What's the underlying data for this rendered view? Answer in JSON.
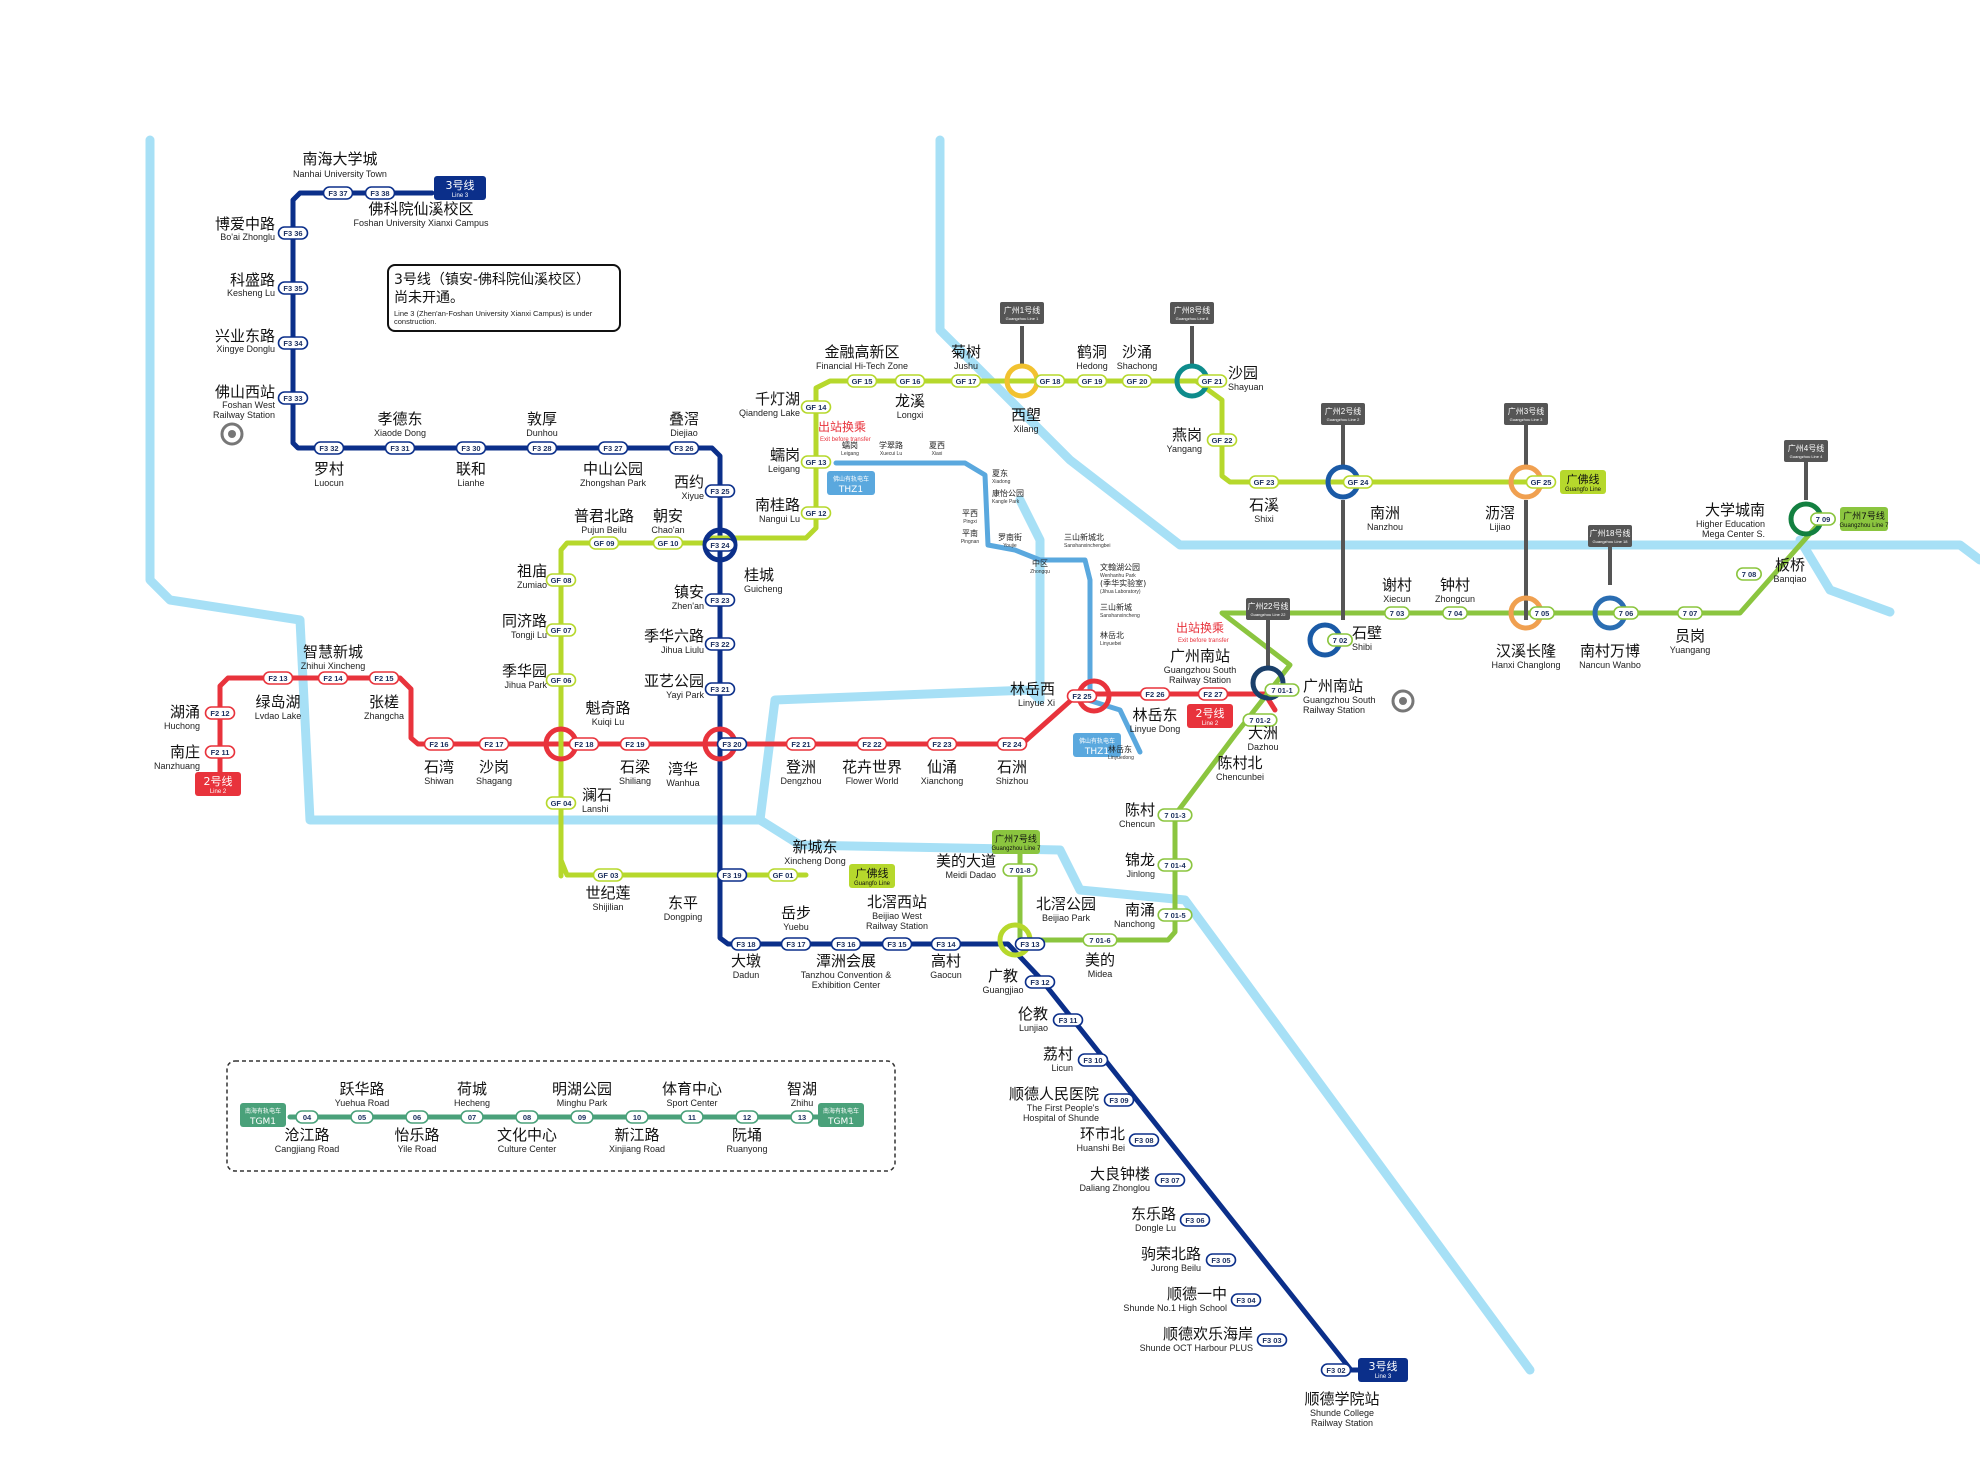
{
  "colors": {
    "line3": "#0b2f8a",
    "line2": "#e8333c",
    "guangfo": "#b6d82c",
    "line7": "#8bc53f",
    "river": "#a7e0f6",
    "tram": "#4aa17a",
    "thz": "#5aa8de",
    "gz_grey": "#555555",
    "gz1": "#f2c230",
    "gz8": "#0e8c8c",
    "gz2": "#1a5aa6",
    "gz3": "#f0a050",
    "gz18": "#2a6db2",
    "gz22": "#1a3f6a",
    "gz4": "#138040"
  },
  "badges": {
    "line3_top": {
      "name": "3号线",
      "sub": "Line 3"
    },
    "line3_bottom": {
      "name": "3号线",
      "sub": "Line 3"
    },
    "line2": {
      "name": "2号线",
      "sub": "Line 2"
    },
    "line2_gz": {
      "name": "2号线",
      "sub": "Line 2"
    },
    "guangfo_a": {
      "name": "广佛线",
      "sub": "Guangfo Line"
    },
    "guangfo_b": {
      "name": "广佛线",
      "sub": "Guangfo Line"
    },
    "gz7_a": {
      "name": "广州7号线",
      "sub": "Guangzhou Line 7"
    },
    "gz7_b": {
      "name": "广州7号线",
      "sub": "Guangzhou Line 7"
    },
    "tgm1_left": {
      "name": "南海有轨电车",
      "sub": "TGM1"
    },
    "tgm1_right": {
      "name": "南海有轨电车",
      "sub": "TGM1"
    },
    "thz1": {
      "name": "佛山有轨电车",
      "sub": "THZ1"
    },
    "thz1b": {
      "name": "佛山有轨电车",
      "sub": "THZ1"
    }
  },
  "gz_connections": [
    {
      "name": "广州1号线",
      "sub": "Guangzhou Line 1"
    },
    {
      "name": "广州8号线",
      "sub": "Guangzhou Line 8"
    },
    {
      "name": "广州2号线",
      "sub": "Guangzhou Line 2"
    },
    {
      "name": "广州3号线",
      "sub": "Guangzhou Line 3"
    },
    {
      "name": "广州4号线",
      "sub": "Guangzhou Line 4"
    },
    {
      "name": "广州18号线",
      "sub": "Guangzhou Line 18"
    },
    {
      "name": "广州22号线",
      "sub": "Guangzhou Line 22"
    }
  ],
  "notes": {
    "construction_zh_1": "3号线（镇安-佛科院仙溪校区）",
    "construction_zh_2": "尚未开通。",
    "construction_en_1": "Line 3 (Zhen'an-Foshan University Xianxi Campus) is under",
    "construction_en_2": "construction.",
    "transfer_1_zh": "出站换乘",
    "transfer_1_en": "Exit before transfer",
    "transfer_2_zh": "出站换乘",
    "transfer_2_en": "Exit before transfer"
  },
  "stations": {
    "nanhai_univ": {
      "zh": "南海大学城",
      "en": "Nanhai University Town",
      "code": "F3 37"
    },
    "fosun_xianxi": {
      "zh": "佛科院仙溪校区",
      "en": "Foshan University Xianxi Campus",
      "code": "F3 38"
    },
    "boai": {
      "zh": "博爱中路",
      "en": "Bo'ai Zhonglu",
      "code": "F3 36"
    },
    "kesheng": {
      "zh": "科盛路",
      "en": "Kesheng Lu",
      "code": "F3 35"
    },
    "xingye": {
      "zh": "兴业东路",
      "en": "Xingye Donglu",
      "code": "F3 34"
    },
    "fs_west": {
      "zh": "佛山西站",
      "en": "Foshan West",
      "en2": "Railway Station",
      "code": "F3 33"
    },
    "luocun": {
      "zh": "罗村",
      "en": "Luocun",
      "code": "F3 32"
    },
    "xiaode": {
      "zh": "孝德东",
      "en": "Xiaode Dong",
      "code": "F3 31"
    },
    "lianhe": {
      "zh": "联和",
      "en": "Lianhe",
      "code": "F3 30"
    },
    "dunhou": {
      "zh": "敦厚",
      "en": "Dunhou",
      "code": "F3 28"
    },
    "zhongshan": {
      "zh": "中山公园",
      "en": "Zhongshan Park",
      "code": "F3 27"
    },
    "diejiao": {
      "zh": "叠滘",
      "en": "Diejiao",
      "code": "F3 26"
    },
    "xiyue": {
      "zh": "西约",
      "en": "Xiyue",
      "code": "F3 25"
    },
    "guicheng": {
      "zh": "桂城",
      "en": "Guicheng",
      "code": "F3 24"
    },
    "zhenan": {
      "zh": "镇安",
      "en": "Zhen'an",
      "code": "F3 23"
    },
    "jihua6": {
      "zh": "季华六路",
      "en": "Jihua Liulu",
      "code": "F3 22"
    },
    "yayi": {
      "zh": "亚艺公园",
      "en": "Yayi Park",
      "code": "F3 21"
    },
    "wanhua": {
      "zh": "湾华",
      "en": "Wanhua",
      "code": "F3 20"
    },
    "dongping": {
      "zh": "东平",
      "en": "Dongping",
      "code": "F3 19"
    },
    "dadun": {
      "zh": "大墩",
      "en": "Dadun",
      "code": "F3 18"
    },
    "yuebu": {
      "zh": "岳步",
      "en": "Yuebu",
      "code": "F3 17"
    },
    "tanzhou": {
      "zh": "潭洲会展",
      "en": "Tanzhou Convention &",
      "en2": "Exhibition Center",
      "code": "F3 16"
    },
    "beijiao_west": {
      "zh": "北滘西站",
      "en": "Beijiao West",
      "en2": "Railway Station",
      "code": "F3 15"
    },
    "gaocun": {
      "zh": "高村",
      "en": "Gaocun",
      "code": "F3 14"
    },
    "beijiao_park": {
      "zh": "北滘公园",
      "en": "Beijiao Park",
      "code": "F3 13"
    },
    "lunjiao": {
      "zh": "伦教",
      "en": "Lunjiao",
      "code": "F3 11"
    },
    "licun": {
      "zh": "荔村",
      "en": "Licun",
      "code": "F3 10"
    },
    "shunde_hosp": {
      "zh": "顺德人民医院",
      "en": "The First People's",
      "en2": "Hospital of Shunde",
      "code": "F3 09"
    },
    "huanshi": {
      "zh": "环市北",
      "en": "Huanshi Bei",
      "code": "F3 08"
    },
    "daliang": {
      "zh": "大良钟楼",
      "en": "Daliang Zhonglou",
      "code": "F3 07"
    },
    "dongle": {
      "zh": "东乐路",
      "en": "Dongle Lu",
      "code": "F3 06"
    },
    "jurong": {
      "zh": "驹荣北路",
      "en": "Jurong Beilu",
      "code": "F3 05"
    },
    "shunde1": {
      "zh": "顺德一中",
      "en": "Shunde No.1 High School",
      "code": "F3 04"
    },
    "oct": {
      "zh": "顺德欢乐海岸",
      "en": "Shunde OCT Harbour PLUS",
      "code": "F3 03"
    },
    "shunde_college": {
      "zh": "顺德学院站",
      "en": "Shunde College",
      "en2": "Railway Station",
      "code": "F3 02"
    },
    "guangjiao": {
      "zh": "广教",
      "en": "Guangjiao",
      "code": "F3 12"
    },
    "huchong": {
      "zh": "湖涌",
      "en": "Huchong",
      "code": "F2 12"
    },
    "nanzhuang": {
      "zh": "南庄",
      "en": "Nanzhuang",
      "code": "F2 11"
    },
    "lvdaohu": {
      "zh": "绿岛湖",
      "en": "Lvdao Lake",
      "code": "F2 13"
    },
    "zhihui": {
      "zh": "智慧新城",
      "en": "Zhihui Xincheng",
      "code": "F2 14"
    },
    "zhangcha": {
      "zh": "张槎",
      "en": "Zhangcha",
      "code": "F2 15"
    },
    "shiwan": {
      "zh": "石湾",
      "en": "Shiwan",
      "code": "F2 16"
    },
    "shagang": {
      "zh": "沙岗",
      "en": "Shagang",
      "code": "F2 17"
    },
    "kuiqi": {
      "zh": "魁奇路",
      "en": "Kuiqi Lu",
      "code": "F2 18"
    },
    "shiliang": {
      "zh": "石梁",
      "en": "Shiliang",
      "code": "F2 19"
    },
    "dengzhou": {
      "zh": "登洲",
      "en": "Dengzhou",
      "code": "F2 21"
    },
    "flower": {
      "zh": "花卉世界",
      "en": "Flower World",
      "code": "F2 22"
    },
    "xianyong": {
      "zh": "仙涌",
      "en": "Xianchong",
      "code": "F2 23"
    },
    "shizhou": {
      "zh": "石洲",
      "en": "Shizhou",
      "code": "F2 24"
    },
    "linyuexi": {
      "zh": "林岳西",
      "en": "Linyue Xi",
      "code": "F2 25"
    },
    "linyuedong": {
      "zh": "林岳东",
      "en": "Linyue Dong",
      "code": "F2 26"
    },
    "gz_south": {
      "zh": "广州南站",
      "en": "Guangzhou South",
      "en2": "Railway Station",
      "code": "F2 27"
    },
    "gz_south_r": {
      "zh": "广州南站",
      "en": "Guangzhou South",
      "en2": "Railway Station"
    },
    "jinrong": {
      "zh": "金融高新区",
      "en": "Financial Hi-Tech Zone",
      "code": "GF 15"
    },
    "qiandeng": {
      "zh": "千灯湖",
      "en": "Qiandeng Lake",
      "code": "GF 14"
    },
    "longxi": {
      "zh": "龙溪",
      "en": "Longxi",
      "code": "GF 16"
    },
    "jushu": {
      "zh": "菊树",
      "en": "Jushu",
      "code": "GF 17"
    },
    "xilang": {
      "zh": "西塱",
      "en": "Xilang",
      "code": "GF 18"
    },
    "hedong": {
      "zh": "鹤洞",
      "en": "Hedong",
      "code": "GF 19"
    },
    "shachong": {
      "zh": "沙涌",
      "en": "Shachong",
      "code": "GF 20"
    },
    "shayuan": {
      "zh": "沙园",
      "en": "Shayuan",
      "code": "GF 21"
    },
    "yangang": {
      "zh": "燕岗",
      "en": "Yangang",
      "code": "GF 22"
    },
    "shixi": {
      "zh": "石溪",
      "en": "Shixi",
      "code": "GF 23"
    },
    "nanzhou": {
      "zh": "南洲",
      "en": "Nanzhou",
      "code": "GF 24"
    },
    "lijiao": {
      "zh": "沥滘",
      "en": "Lijiao",
      "code": "GF 25"
    },
    "leigang": {
      "zh": "蠕岗",
      "en": "Leigang",
      "code": "GF 13"
    },
    "nangui": {
      "zh": "南桂路",
      "en": "Nangui Lu",
      "code": "GF 12"
    },
    "chaoan": {
      "zh": "朝安",
      "en": "Chao'an",
      "code": "GF 10"
    },
    "pujun": {
      "zh": "普君北路",
      "en": "Pujun Beilu",
      "code": "GF 09"
    },
    "zumiao": {
      "zh": "祖庙",
      "en": "Zumiao",
      "code": "GF 08"
    },
    "tongji": {
      "zh": "同济路",
      "en": "Tongji Lu",
      "code": "GF 07"
    },
    "jihuayuan": {
      "zh": "季华园",
      "en": "Jihua Park",
      "code": "GF 06"
    },
    "lanshi": {
      "zh": "澜石",
      "en": "Lanshi",
      "code": "GF 04"
    },
    "shijilian": {
      "zh": "世纪莲",
      "en": "Shijilian",
      "code": "GF 03"
    },
    "xincheng": {
      "zh": "新城东",
      "en": "Xincheng Dong",
      "code": "GF 01"
    },
    "banqiao": {
      "zh": "板桥",
      "en": "Banqiao",
      "code": "7 08"
    },
    "daxuecheng": {
      "zh": "大学城南",
      "en": "Higher Education",
      "en2": "Mega Center S.",
      "code": "7 09"
    },
    "yuangang": {
      "zh": "员岗",
      "en": "Yuangang",
      "code": "7 07"
    },
    "nancun": {
      "zh": "南村万博",
      "en": "Nancun Wanbo",
      "code": "7 06"
    },
    "hanxi": {
      "zh": "汉溪长隆",
      "en": "Hanxi Changlong",
      "code": "7 05"
    },
    "zhongcun": {
      "zh": "钟村",
      "en": "Zhongcun",
      "code": "7 04"
    },
    "xiecun": {
      "zh": "谢村",
      "en": "Xiecun",
      "code": "7 03"
    },
    "shibi": {
      "zh": "石壁",
      "en": "Shibi",
      "code": "7 02"
    },
    "dazhou": {
      "zh": "大洲",
      "en": "Dazhou",
      "code": "7 01-1"
    },
    "chencun_bei": {
      "zh": "陈村北",
      "en": "Chencunbei",
      "code": "7 01-2"
    },
    "chencun": {
      "zh": "陈村",
      "en": "Chencun",
      "code": "7 01-3"
    },
    "jinlong": {
      "zh": "锦龙",
      "en": "Jinlong",
      "code": "7 01-4"
    },
    "nanyong": {
      "zh": "南涌",
      "en": "Nanchong",
      "code": "7 01-5"
    },
    "midea": {
      "zh": "美的",
      "en": "Midea",
      "code": "7 01-6"
    },
    "meidi": {
      "zh": "美的大道",
      "en": "Meidi Dadao",
      "code": "7 01-8"
    },
    "yuehua": {
      "zh": "跃华路",
      "en": "Yuehua Road",
      "code": "05"
    },
    "hecheng": {
      "zh": "荷城",
      "en": "Hecheng",
      "code": "07"
    },
    "minghu": {
      "zh": "明湖公园",
      "en": "Minghu Park",
      "code": "09"
    },
    "sport": {
      "zh": "体育中心",
      "en": "Sport Center",
      "code": "11"
    },
    "zhihu": {
      "zh": "智湖",
      "en": "Zhihu",
      "code": "13"
    },
    "cangjiang": {
      "zh": "沧江路",
      "en": "Cangjiang Road",
      "code": "04"
    },
    "yile": {
      "zh": "怡乐路",
      "en": "Yile Road",
      "code": "06"
    },
    "culture": {
      "zh": "文化中心",
      "en": "Culture Center",
      "code": "08"
    },
    "xinjiang": {
      "zh": "新江路",
      "en": "Xinjiang Road",
      "code": "10"
    },
    "ruanyong": {
      "zh": "阮埇",
      "en": "Ruanyong",
      "code": "12"
    },
    "thz_leigang": {
      "zh": "蠕岗",
      "en": "Leigang"
    },
    "thz_xuecui": {
      "zh": "学翠路",
      "en": "Xuecui Lu"
    },
    "thz_xiaxi": {
      "zh": "夏西",
      "en": "Xiaxi"
    },
    "thz_xiadong": {
      "zh": "夏东",
      "en": "Xiadong"
    },
    "thz_kangle": {
      "zh": "康怡公园",
      "en": "Kangle Park"
    },
    "thz_pingxi": {
      "zh": "平西",
      "en": "Pingxi"
    },
    "thz_pingnan": {
      "zh": "平南",
      "en": "Pingnan"
    },
    "thz_wangnan": {
      "zh": "罗南街",
      "en": "Youjie"
    },
    "thz_zhongqu": {
      "zh": "中区",
      "en": "Zhongqu"
    },
    "thz_sanshan_bei": {
      "zh": "三山新城北",
      "en": "Sanshanxinchengbei"
    },
    "thz_wenhan": {
      "zh": "文翰湖公园",
      "en": "Wenhanhu Park"
    },
    "thz_jilab": {
      "zh": "(季华实验室)",
      "en": "(Jihua Laboratory)"
    },
    "thz_sanshan": {
      "zh": "三山新城",
      "en": "Sanshanxincheng"
    },
    "thz_linyuebei": {
      "zh": "林岳北",
      "en": "Linyuebei"
    },
    "thz_linyuedong": {
      "zh": "林岳东",
      "en": "Linyuedong"
    }
  }
}
